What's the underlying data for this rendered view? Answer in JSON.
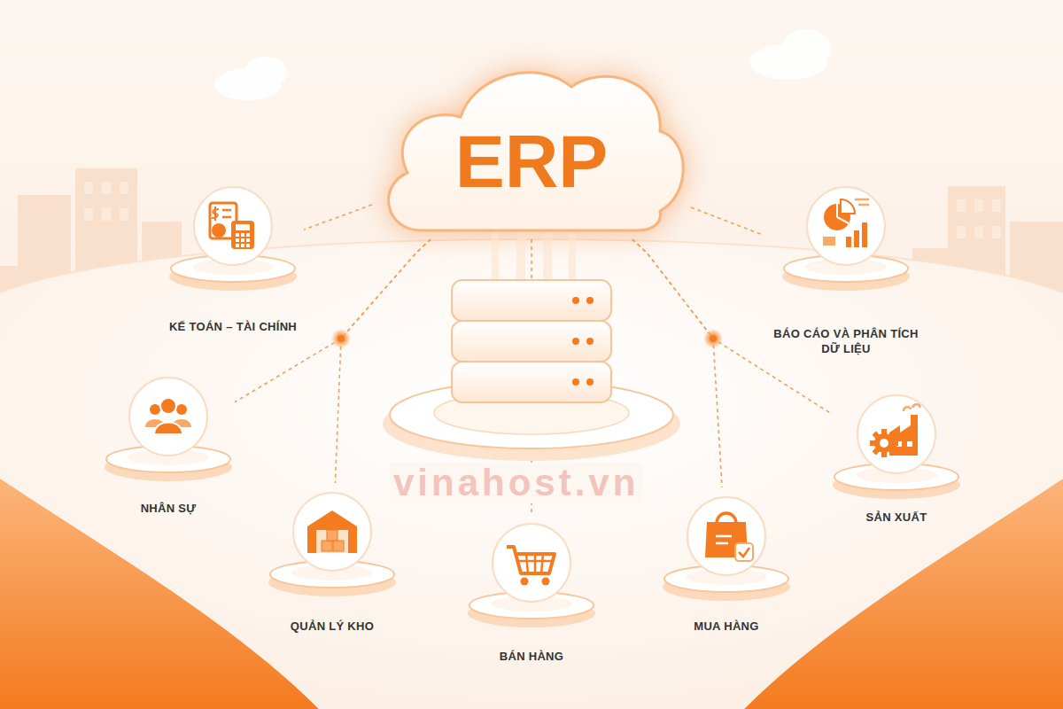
{
  "diagram": {
    "nodes": [
      {
        "text": [
          "ERP"
        ]
      },
      {
        "text": [
          "KẾ TOÁN – TÀI CHÍNH"
        ]
      },
      {
        "text": [
          "BÁO CÁO VÀ PHÂN TÍCH DỮ LIỆU"
        ]
      },
      {
        "text": [
          "NHÂN SỰ"
        ]
      },
      {
        "text": [
          "SẢN XUẤT"
        ]
      },
      {
        "text": [
          "QUẢN LÝ KHO"
        ]
      },
      {
        "text": [
          "MUA HÀNG"
        ]
      },
      {
        "text": [
          "BÁN HÀNG"
        ]
      }
    ],
    "edges": [
      {
        "from": 0,
        "to": 1,
        "arrow": "none"
      },
      {
        "from": 0,
        "to": 2,
        "arrow": "none"
      },
      {
        "from": 0,
        "to": 3,
        "arrow": "none"
      },
      {
        "from": 0,
        "to": 5,
        "arrow": "none"
      },
      {
        "from": 0,
        "to": 7,
        "arrow": "none"
      },
      {
        "from": 0,
        "to": 6,
        "arrow": "none"
      },
      {
        "from": 0,
        "to": 4,
        "arrow": "none"
      }
    ],
    "labels": [
      "vinahost.vn"
    ]
  }
}
